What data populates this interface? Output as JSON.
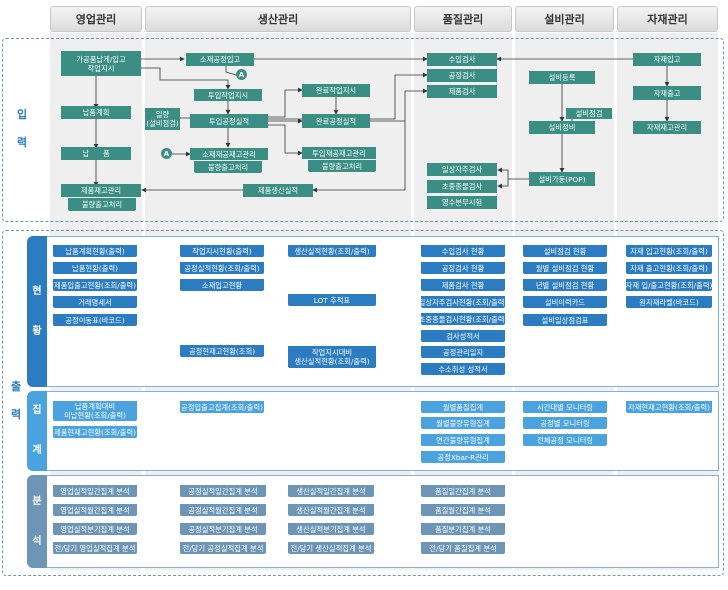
{
  "columns": [
    "영업관리",
    "생산관리",
    "품질관리",
    "설비관리",
    "자재관리"
  ],
  "sections": {
    "input": "입\n\n력",
    "output": "출\n\n력",
    "current": "현\n\n황",
    "aggregate": "집\n\n계",
    "analysis": "분\n\n석"
  },
  "input": {
    "sales": [
      "가공품납게/입고\n작업지시",
      "납품계획",
      "납      품",
      "제품재고관리",
      "불량출고처리"
    ],
    "production": [
      "소재공정입고",
      "투입작업지시",
      "일량\n(설비점검)",
      "투입공정실적",
      "소재재공재고관리",
      "불량출고처리",
      "완료작업지시",
      "완료공정실적",
      "투입재공재고관리",
      "불량출고처리",
      "제품생산실적"
    ],
    "quality": [
      "수입검사",
      "공정검사",
      "제품검사",
      "일상자주검사",
      "초중종물검사",
      "영수분무시험"
    ],
    "equipment": [
      "설비등록",
      "설비점검",
      "설비정비",
      "설비가동(POP)"
    ],
    "material": [
      "자재입고",
      "자재출고",
      "자재재고관리"
    ],
    "circle": "A"
  },
  "current": {
    "sales": [
      "납품계획현황(출력)",
      "납품현황(출력)",
      "제품입출고현황(조회/출력)",
      "거래명세서",
      "공정이동표(바코드)"
    ],
    "production1": [
      "작업지시현황(출력)",
      "공정실적현황(조회/출력)",
      "소재입고현황",
      "공정현재고현황(조회)"
    ],
    "production2": [
      "생산실적현황(조회/출력)",
      "LOT 추적표",
      "작업지시대비\n생산실적현황(조회/출력)"
    ],
    "quality": [
      "수입검사 현황",
      "공정검사 현황",
      "제품검사 현황",
      "일상자주검사현황(조회/출력)",
      "초중종물검사현황(조회/출력)",
      "검사성적서",
      "공정관리일지",
      "수소취성 성적서"
    ],
    "equipment": [
      "설비점검 현황",
      "월별 설비점검 현황",
      "년별 설비점검 현황",
      "설비이력카드",
      "설비일상점검표"
    ],
    "material": [
      "자재 입고현황(조회/출력)",
      "자재 출고현황(조회/출력)",
      "자재 입/출고현황(조회/출력)",
      "원자재라벨(바코드)"
    ]
  },
  "aggregate": {
    "sales": [
      "납품계획대비\n미납현황(조회/출력)",
      "제품현재고현황(조회/출력)"
    ],
    "production": [
      "공정입출고집계(조회/출력)"
    ],
    "quality": [
      "월별품질집계",
      "월별불량유형집계",
      "연간불량유형집계",
      "공정Xbar-R관리"
    ],
    "equipment": [
      "시간대별 모니터링",
      "공정별 모니터링",
      "전체공정 모니터링"
    ],
    "material": [
      "자재현재고현황(조회/출력)"
    ]
  },
  "analysis": {
    "sales": [
      "영업실적일간집계 분석",
      "영업실적월간집계 분석",
      "영업실적분기집계 분석",
      "전/당기 영업실적집계 분석"
    ],
    "production1": [
      "공정실적일간집계 분석",
      "공정실적월간집계 분석",
      "공정실적분기집계 분석",
      "전/당기 공정실적집계 분석"
    ],
    "production2": [
      "생산실적일간집계 분석",
      "생산실적월간집계 분석",
      "생산실적분기집계 분석",
      "전/당기 생산실적집계 분석"
    ],
    "quality": [
      "품질일간집계 분석",
      "품질월간집계 분석",
      "품질분기집계 분석",
      "전/당기 품질집계 분석"
    ]
  },
  "colors": {
    "input_box": "#3a8e83",
    "current_band": "#2c7cc2",
    "aggregate_band": "#4aa3de",
    "analysis_band": "#6d95b6",
    "header_text": "#333333"
  }
}
